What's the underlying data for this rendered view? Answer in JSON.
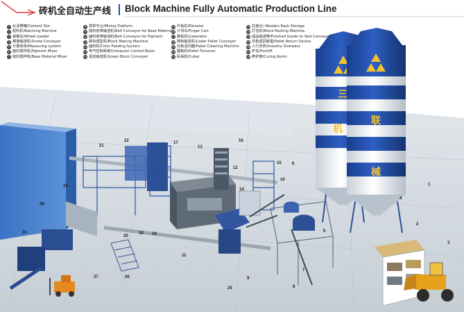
{
  "title": {
    "zh": "砖机全自动生产线",
    "en": "Block Machine Fully Automatic Production Line"
  },
  "silo_text": [
    "三",
    "联",
    "机",
    "械"
  ],
  "colors": {
    "brand_blue": "#1e4fa8",
    "silo_white": "#f2f4f6",
    "machine_blue": "#2a4f9a",
    "floor": "#cfd6dc",
    "forklift": "#e58a1f"
  },
  "legend": {
    "col1": [
      {
        "n": "1",
        "text": "水泥筒罐/Cement Silo"
      },
      {
        "n": "2",
        "text": "配料机/Batching Machine"
      },
      {
        "n": "3",
        "text": "装载车/Wheel Loader"
      },
      {
        "n": "4",
        "text": "螺旋输送机/Screw Conveyer"
      },
      {
        "n": "5",
        "text": "计量系统/Measuring system"
      },
      {
        "n": "6",
        "text": "面料搅拌机/Pigment Mixer"
      },
      {
        "n": "7",
        "text": "底料搅拌机/Base Material Mixer"
      }
    ],
    "col2": [
      {
        "n": "8",
        "text": "搅拌平台/Mixing Platform"
      },
      {
        "n": "9",
        "text": "底料皮带输送机/Belt Conveyor for Base Material"
      },
      {
        "n": "10",
        "text": "面料皮带输送机/Belt Conveyor for Pigment"
      },
      {
        "n": "11",
        "text": "砌块成型机/Block Making Machine"
      },
      {
        "n": "12",
        "text": "面料机/Color Feeding System"
      },
      {
        "n": "13",
        "text": "电气控制系统/Computer Control Room"
      },
      {
        "n": "14",
        "text": "湿坯输送机/Green Block Conveyer"
      }
    ],
    "col3": [
      {
        "n": "15",
        "text": "升板机/Elevator"
      },
      {
        "n": "16",
        "text": "子母车/Finger Cart"
      },
      {
        "n": "17",
        "text": "降板机/Lowerator"
      },
      {
        "n": "18",
        "text": "降板输送机/Lower Pallet Conveyer"
      },
      {
        "n": "19",
        "text": "托板清扫器/Pallet Cleaning Machine"
      },
      {
        "n": "20",
        "text": "翻板机/Pallet Turnover"
      },
      {
        "n": "21",
        "text": "码垛机/Cuber"
      }
    ],
    "col4": [
      {
        "n": "22",
        "text": "托盘仓/ Wooden Rack Storage"
      },
      {
        "n": "23",
        "text": "打包机/Block Packing Machine"
      },
      {
        "n": "24",
        "text": "成品输送带/Finished Goods to Yard Conveyer"
      },
      {
        "n": "25",
        "text": "托板返回装置/Pallet Return Device"
      },
      {
        "n": "26",
        "text": "人行天桥/Industry Overpass"
      },
      {
        "n": "27",
        "text": "铲车/Forklift"
      },
      {
        "n": "28",
        "text": "养护窑/Curing Room"
      }
    ]
  },
  "callouts": [
    "1",
    "2",
    "3",
    "4",
    "5",
    "6",
    "7",
    "8",
    "9",
    "10",
    "11",
    "12",
    "13",
    "14",
    "15",
    "16",
    "17",
    "18",
    "19",
    "20",
    "21",
    "22",
    "23",
    "24",
    "25",
    "26",
    "27",
    "28"
  ]
}
